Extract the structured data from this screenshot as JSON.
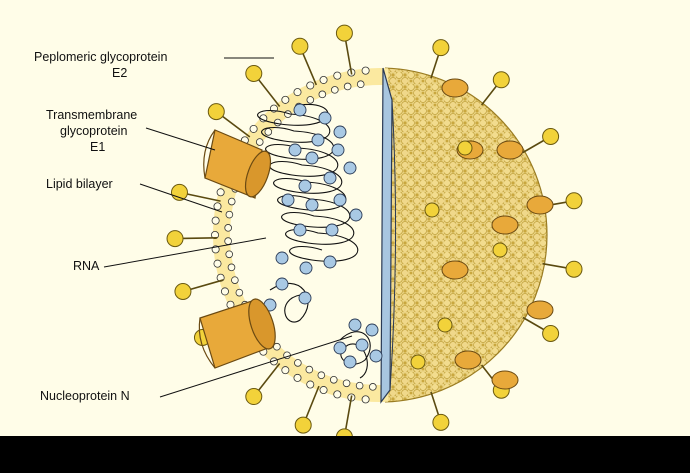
{
  "diagram": {
    "labels": {
      "e2_line1": "Peplomeric glycoprotein",
      "e2_line2": "E2",
      "e1_line1": "Transmembrane",
      "e1_line2": "glycoprotein",
      "e1_line3": "E1",
      "lipid": "Lipid bilayer",
      "rna": "RNA",
      "nucleo": "Nucleoprotein N"
    },
    "colors": {
      "background": "#fffde8",
      "membrane_fill": "#fbe9a0",
      "spike": "#f2d23a",
      "transmembrane": "#e8a93a",
      "surface": "#ead382",
      "cut_face": "#a8c6e0",
      "nucleoprotein": "#a9c9e4"
    }
  }
}
